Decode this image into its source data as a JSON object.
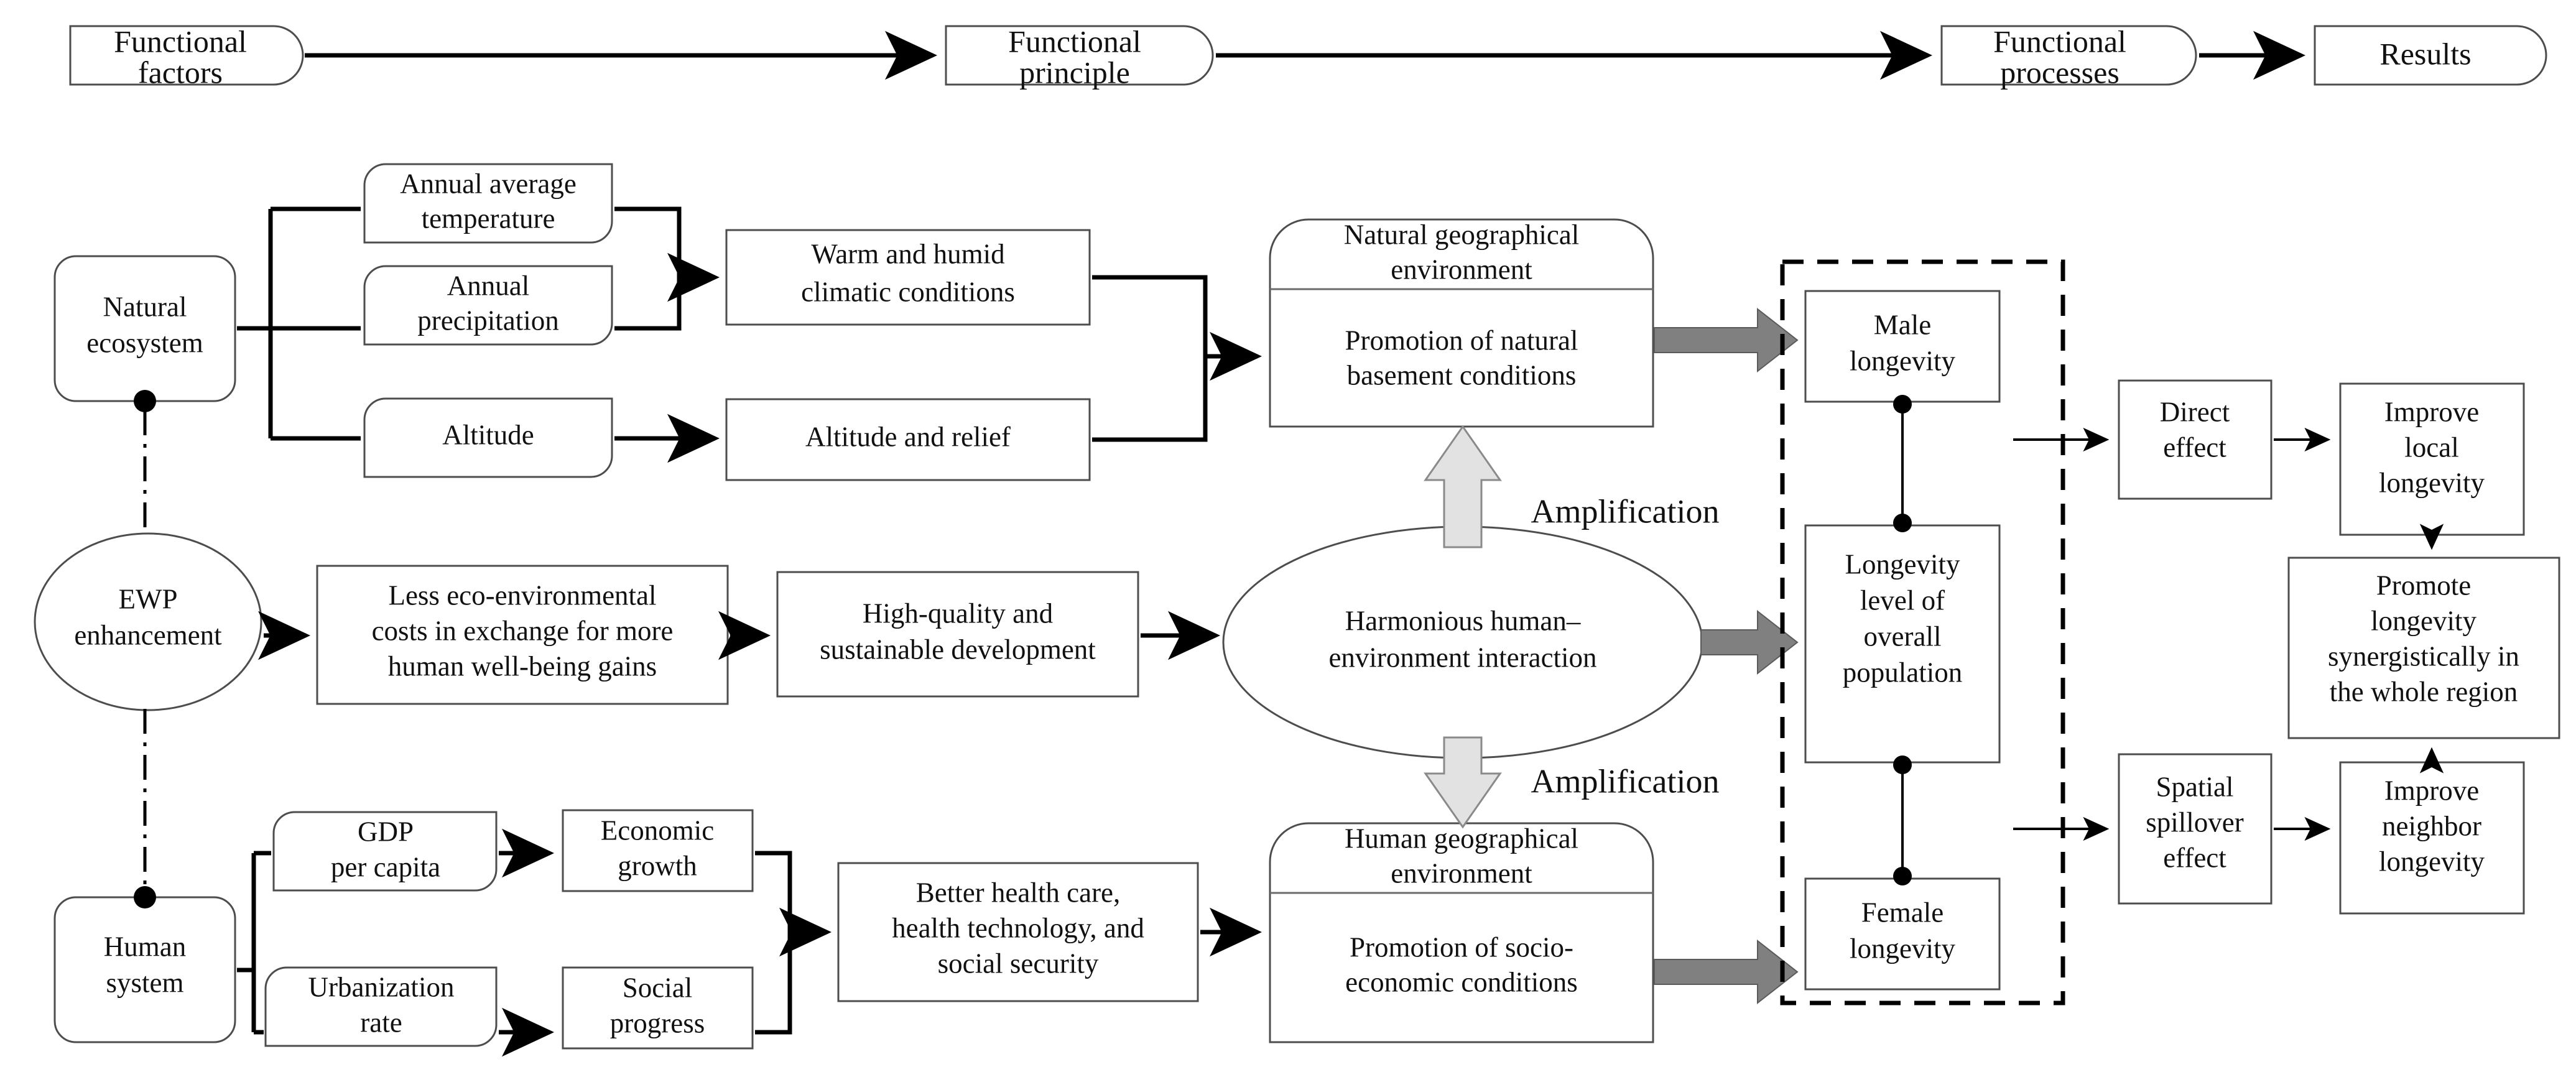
{
  "title": "Conceptual framework of eco-environmental and human system effects on regional longevity",
  "colors": {
    "box_stroke": "#4d4d4d",
    "line": "#000000",
    "gray_arrow": "#808080",
    "amplification_arrow": "#e2e2e2",
    "dashed_border": "#000000",
    "background": "#ffffff"
  },
  "header_row": {
    "items": [
      {
        "id": "functional-factors",
        "label": "Functional\nfactors",
        "lines": [
          "Functional",
          "factors"
        ]
      },
      {
        "id": "functional-principle",
        "label": "Functional\nprinciple",
        "lines": [
          "Functional",
          "principle"
        ]
      },
      {
        "id": "functional-processes",
        "label": "Functional\nprocesses",
        "lines": [
          "Functional",
          "processes"
        ]
      },
      {
        "id": "results",
        "label": "Results",
        "lines": [
          "Results"
        ]
      }
    ]
  },
  "natural_branch": {
    "source": {
      "id": "natural-ecosystem",
      "lines": [
        "Natural",
        "ecosystem"
      ]
    },
    "factors": [
      {
        "id": "annual-average-temperature",
        "lines": [
          "Annual average",
          "temperature"
        ]
      },
      {
        "id": "annual-precipitation",
        "lines": [
          "Annual",
          "precipitation"
        ]
      },
      {
        "id": "altitude",
        "lines": [
          "Altitude"
        ]
      }
    ],
    "conditions": [
      {
        "id": "warm-humid-climatic-conditions",
        "lines": [
          "Warm and humid",
          "climatic conditions"
        ]
      },
      {
        "id": "altitude-and-relief",
        "lines": [
          "Altitude and relief"
        ]
      }
    ],
    "environment": {
      "id": "natural-geographical-environment",
      "header_lines": [
        "Natural geographical",
        "environment"
      ],
      "body_lines": [
        "Promotion of natural",
        "basement conditions"
      ]
    }
  },
  "ewp_branch": {
    "source": {
      "id": "ewp-enhancement",
      "lines": [
        "EWP",
        "enhancement"
      ]
    },
    "steps": [
      {
        "id": "less-eco-environmental-costs",
        "lines": [
          "Less eco-environmental",
          "costs in exchange for more",
          "human well-being gains"
        ]
      },
      {
        "id": "high-quality-sustainable-development",
        "lines": [
          "High-quality and",
          "sustainable development"
        ]
      }
    ],
    "interaction": {
      "id": "harmonious-human-environment-interaction",
      "lines": [
        "Harmonious human–",
        "environment interaction"
      ]
    }
  },
  "human_branch": {
    "source": {
      "id": "human-system",
      "lines": [
        "Human",
        "system"
      ]
    },
    "factors": [
      {
        "id": "gdp-per-capita",
        "lines": [
          "GDP",
          "per capita"
        ]
      },
      {
        "id": "urbanization-rate",
        "lines": [
          "Urbanization",
          "rate"
        ]
      }
    ],
    "outcomes": [
      {
        "id": "economic-growth",
        "lines": [
          "Economic",
          "growth"
        ]
      },
      {
        "id": "social-progress",
        "lines": [
          "Social",
          "progress"
        ]
      }
    ],
    "services": {
      "id": "better-health-care",
      "lines": [
        "Better health care,",
        "health technology, and",
        "social security"
      ]
    },
    "environment": {
      "id": "human-geographical-environment",
      "header_lines": [
        "Human geographical",
        "environment"
      ],
      "body_lines": [
        "Promotion of socio-",
        "economic conditions"
      ]
    }
  },
  "amplification": {
    "upper_label": "Amplification",
    "lower_label": "Amplification"
  },
  "longevity_group": {
    "items": [
      {
        "id": "male-longevity",
        "lines": [
          "Male",
          "longevity"
        ]
      },
      {
        "id": "longevity-level-overall-population",
        "lines": [
          "Longevity",
          "level of",
          "overall",
          "population"
        ]
      },
      {
        "id": "female-longevity",
        "lines": [
          "Female",
          "longevity"
        ]
      }
    ]
  },
  "effects": [
    {
      "id": "direct-effect",
      "lines": [
        "Direct",
        "effect"
      ]
    },
    {
      "id": "spatial-spillover-effect",
      "lines": [
        "Spatial",
        "spillover",
        "effect"
      ]
    }
  ],
  "results_boxes": [
    {
      "id": "improve-local-longevity",
      "lines": [
        "Improve",
        "local",
        "longevity"
      ]
    },
    {
      "id": "improve-neighbor-longevity",
      "lines": [
        "Improve",
        "neighbor",
        "longevity"
      ]
    },
    {
      "id": "promote-longevity-whole-region",
      "lines": [
        "Promote",
        "longevity",
        "synergistically in",
        "the whole region"
      ]
    }
  ]
}
